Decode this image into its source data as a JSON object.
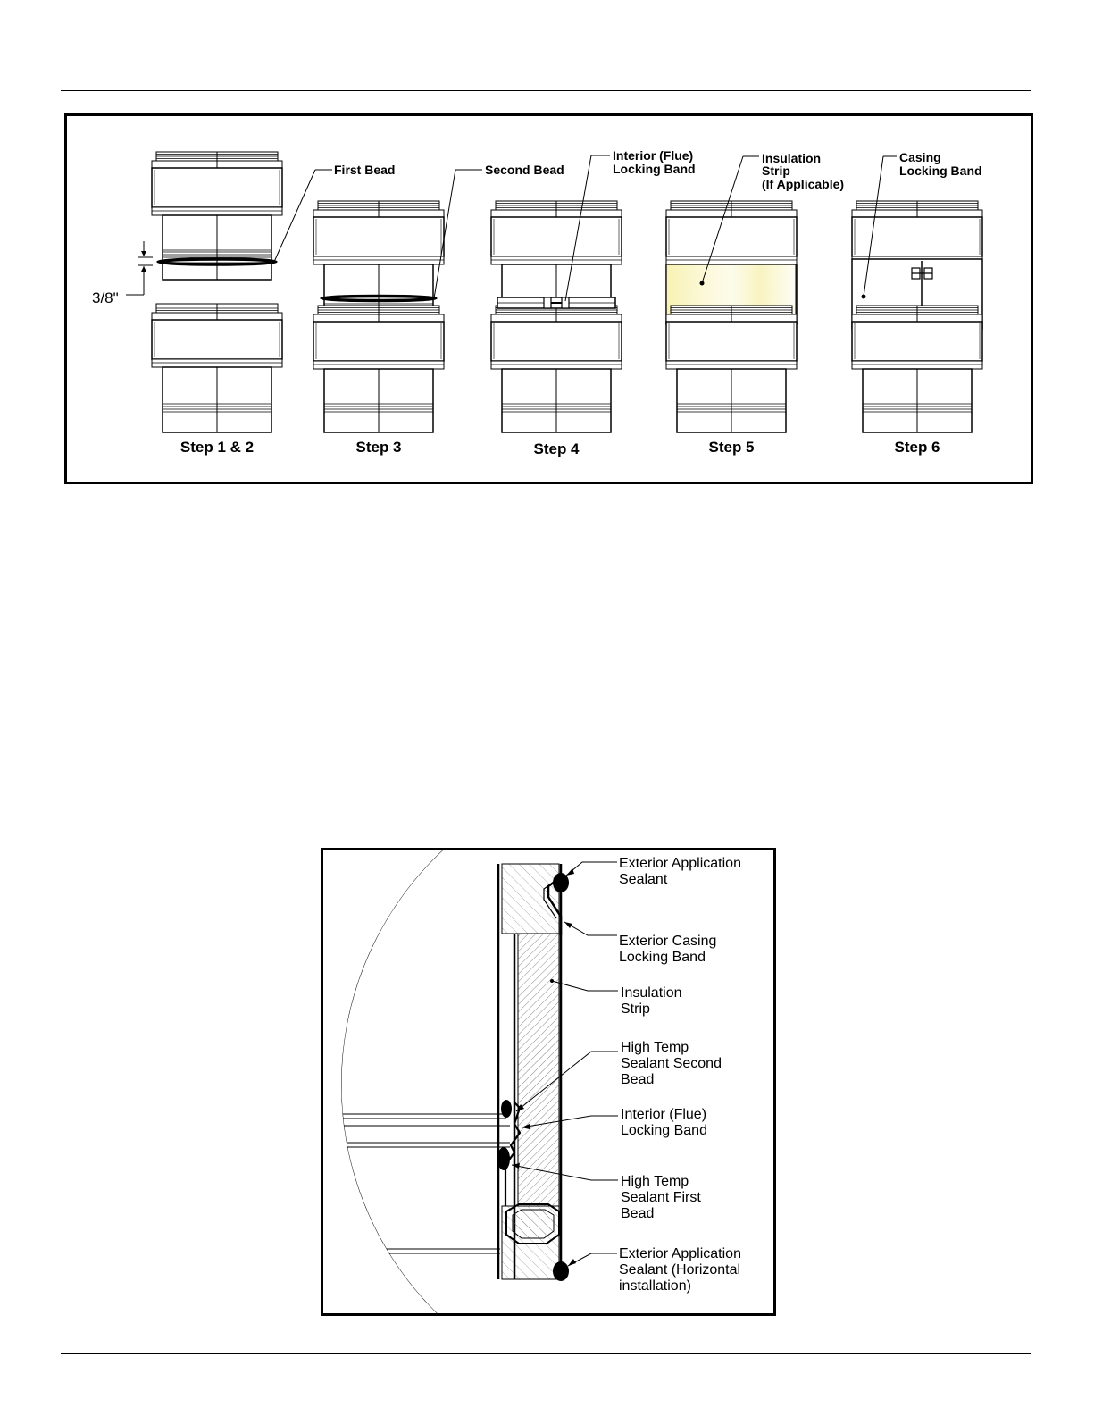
{
  "figure1": {
    "callouts": {
      "first_bead": "First Bead",
      "second_bead": "Second Bead",
      "interior_band": [
        "Interior (Flue)",
        "Locking Band"
      ],
      "insulation_strip": [
        "Insulation",
        "Strip",
        "(If Applicable)"
      ],
      "casing_band": [
        "Casing",
        "Locking Band"
      ],
      "dimension": "3/8\""
    },
    "steps": [
      "Step 1 & 2",
      "Step 3",
      "Step 4",
      "Step 5",
      "Step 6"
    ],
    "colors": {
      "insulation_fill": "#fbf6c8",
      "line": "#000000"
    }
  },
  "figure2": {
    "callouts": {
      "exterior_sealant": [
        "Exterior Application",
        "Sealant"
      ],
      "exterior_casing_band": [
        "Exterior Casing",
        "Locking Band"
      ],
      "insulation_strip": [
        "Insulation",
        "Strip"
      ],
      "second_bead": [
        "High Temp",
        "Sealant Second",
        "Bead"
      ],
      "interior_band": [
        "Interior (Flue)",
        "Locking Band"
      ],
      "first_bead": [
        "High Temp",
        "Sealant First",
        "Bead"
      ],
      "exterior_sealant_horizontal": [
        "Exterior Application",
        "Sealant (Horizontal",
        "installation)"
      ]
    }
  }
}
